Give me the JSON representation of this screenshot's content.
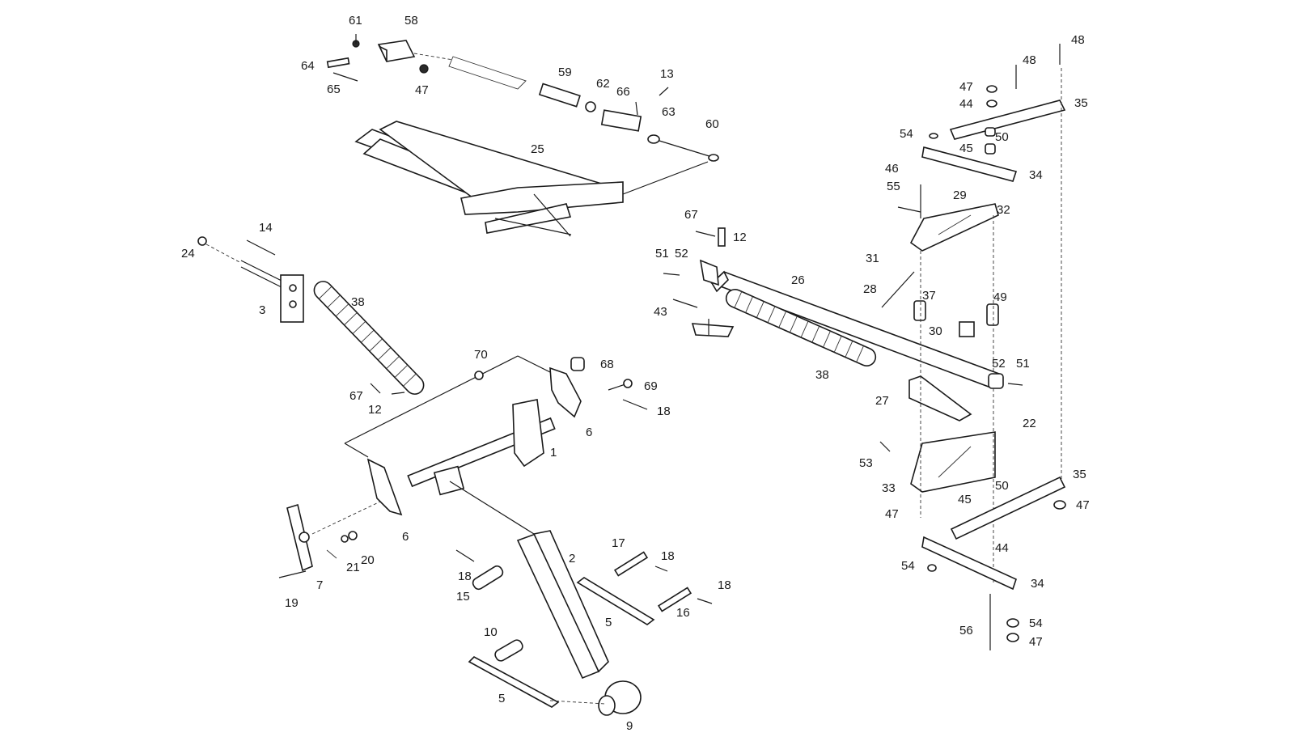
{
  "diagram": {
    "callouts": [
      {
        "id": "c61",
        "text": "61"
      },
      {
        "id": "c58",
        "text": "58"
      },
      {
        "id": "c64",
        "text": "64"
      },
      {
        "id": "c65",
        "text": "65"
      },
      {
        "id": "c47a",
        "text": "47"
      },
      {
        "id": "c59",
        "text": "59"
      },
      {
        "id": "c62",
        "text": "62"
      },
      {
        "id": "c66",
        "text": "66"
      },
      {
        "id": "c13a",
        "text": "13"
      },
      {
        "id": "c63",
        "text": "63"
      },
      {
        "id": "c60",
        "text": "60"
      },
      {
        "id": "c25",
        "text": "25"
      },
      {
        "id": "c14",
        "text": "14"
      },
      {
        "id": "c24",
        "text": "24"
      },
      {
        "id": "c3",
        "text": "3"
      },
      {
        "id": "c38a",
        "text": "38"
      },
      {
        "id": "c70",
        "text": "70"
      },
      {
        "id": "c68",
        "text": "68"
      },
      {
        "id": "c69",
        "text": "69"
      },
      {
        "id": "c18a",
        "text": "18"
      },
      {
        "id": "c67a",
        "text": "67"
      },
      {
        "id": "c12a",
        "text": "12"
      },
      {
        "id": "c6a",
        "text": "6"
      },
      {
        "id": "c1",
        "text": "1"
      },
      {
        "id": "c6b",
        "text": "6"
      },
      {
        "id": "c7",
        "text": "7"
      },
      {
        "id": "c21",
        "text": "21"
      },
      {
        "id": "c20",
        "text": "20"
      },
      {
        "id": "c19",
        "text": "19"
      },
      {
        "id": "c18b",
        "text": "18"
      },
      {
        "id": "c15",
        "text": "15"
      },
      {
        "id": "c2",
        "text": "2"
      },
      {
        "id": "c17",
        "text": "17"
      },
      {
        "id": "c18c",
        "text": "18"
      },
      {
        "id": "c18d",
        "text": "18"
      },
      {
        "id": "c16",
        "text": "16"
      },
      {
        "id": "c5a",
        "text": "5"
      },
      {
        "id": "c10",
        "text": "10"
      },
      {
        "id": "c5b",
        "text": "5"
      },
      {
        "id": "c9",
        "text": "9"
      },
      {
        "id": "c67b",
        "text": "67"
      },
      {
        "id": "c12b",
        "text": "12"
      },
      {
        "id": "c51a",
        "text": "51"
      },
      {
        "id": "c52a",
        "text": "52"
      },
      {
        "id": "c43",
        "text": "43"
      },
      {
        "id": "c26",
        "text": "26"
      },
      {
        "id": "c38b",
        "text": "38"
      },
      {
        "id": "c31",
        "text": "31"
      },
      {
        "id": "c28",
        "text": "28"
      },
      {
        "id": "c37",
        "text": "37"
      },
      {
        "id": "c30",
        "text": "30"
      },
      {
        "id": "c49",
        "text": "49"
      },
      {
        "id": "c52b",
        "text": "52"
      },
      {
        "id": "c51b",
        "text": "51"
      },
      {
        "id": "c27",
        "text": "27"
      },
      {
        "id": "c22",
        "text": "22"
      },
      {
        "id": "c53",
        "text": "53"
      },
      {
        "id": "c33",
        "text": "33"
      },
      {
        "id": "c47b",
        "text": "47"
      },
      {
        "id": "c50a",
        "text": "50"
      },
      {
        "id": "c45a",
        "text": "45"
      },
      {
        "id": "c44a",
        "text": "44"
      },
      {
        "id": "c54a",
        "text": "54"
      },
      {
        "id": "c34a",
        "text": "34"
      },
      {
        "id": "c56",
        "text": "56"
      },
      {
        "id": "c54b",
        "text": "54"
      },
      {
        "id": "c47c",
        "text": "47"
      },
      {
        "id": "c35a",
        "text": "35"
      },
      {
        "id": "c47d",
        "text": "47"
      },
      {
        "id": "c48a",
        "text": "48"
      },
      {
        "id": "c48b",
        "text": "48"
      },
      {
        "id": "c47e",
        "text": "47"
      },
      {
        "id": "c44b",
        "text": "44"
      },
      {
        "id": "c35b",
        "text": "35"
      },
      {
        "id": "c54c",
        "text": "54"
      },
      {
        "id": "c45b",
        "text": "45"
      },
      {
        "id": "c50b",
        "text": "50"
      },
      {
        "id": "c34b",
        "text": "34"
      },
      {
        "id": "c46",
        "text": "46"
      },
      {
        "id": "c55",
        "text": "55"
      },
      {
        "id": "c29",
        "text": "29"
      },
      {
        "id": "c32",
        "text": "32"
      }
    ]
  }
}
